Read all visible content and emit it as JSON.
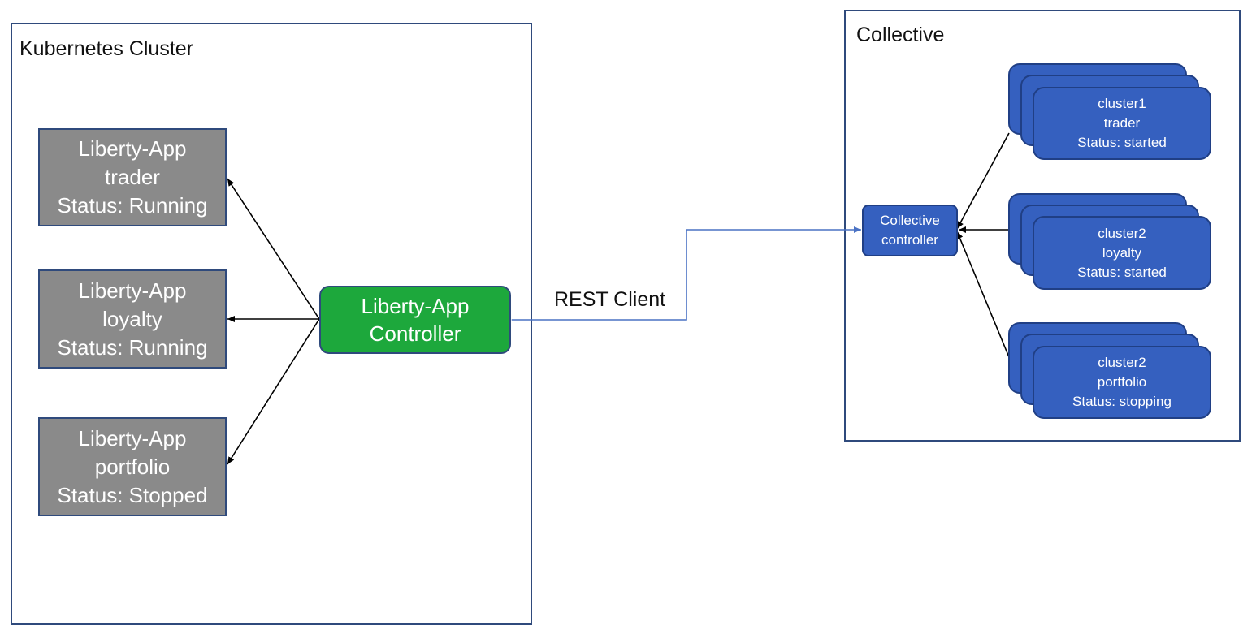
{
  "kubernetes": {
    "title": "Kubernetes Cluster",
    "apps": [
      {
        "line1": "Liberty-App",
        "line2": "trader",
        "line3": "Status: Running"
      },
      {
        "line1": "Liberty-App",
        "line2": "loyalty",
        "line3": "Status: Running"
      },
      {
        "line1": "Liberty-App",
        "line2": "portfolio",
        "line3": "Status: Stopped"
      }
    ],
    "controller": {
      "line1": "Liberty-App",
      "line2": "Controller"
    }
  },
  "connector": {
    "label": "REST Client"
  },
  "collective": {
    "title": "Collective",
    "controller": {
      "line1": "Collective",
      "line2": "controller"
    },
    "clusters": [
      {
        "line1": "cluster1",
        "line2": "trader",
        "line3": "Status: started"
      },
      {
        "line1": "cluster2",
        "line2": "loyalty",
        "line3": "Status: started"
      },
      {
        "line1": "cluster2",
        "line2": "portfolio",
        "line3": "Status: stopping"
      }
    ]
  },
  "colors": {
    "frame_border": "#2f4a7c",
    "app_gray": "#8a8a8a",
    "controller_green": "#1da83c",
    "collective_blue": "#3560bf",
    "rest_line": "#4a72c4"
  }
}
